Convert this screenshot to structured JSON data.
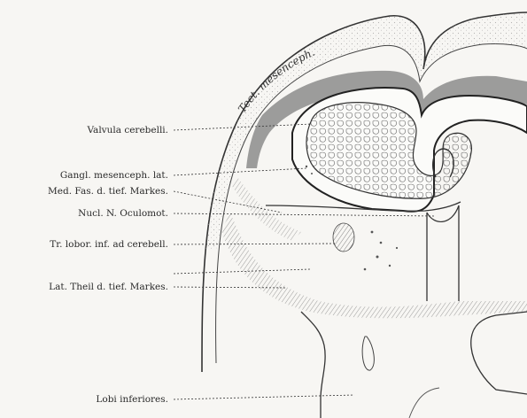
{
  "figure": {
    "curved_label": "Tect. mesenceph.",
    "labels": [
      {
        "id": "valvula",
        "text": "Valvula cerebelli."
      },
      {
        "id": "gangl",
        "text": "Gangl. mesenceph. lat."
      },
      {
        "id": "medfas",
        "text": "Med. Fas. d. tief. Markes."
      },
      {
        "id": "nucl",
        "text": "Nucl. N. Oculomot."
      },
      {
        "id": "trlobor",
        "text": "Tr. lobor. inf. ad cerebell."
      },
      {
        "id": "lattheil",
        "text": "Lat. Theil d. tief. Markes."
      },
      {
        "id": "lobi",
        "text": "Lobi inferiores."
      }
    ]
  }
}
